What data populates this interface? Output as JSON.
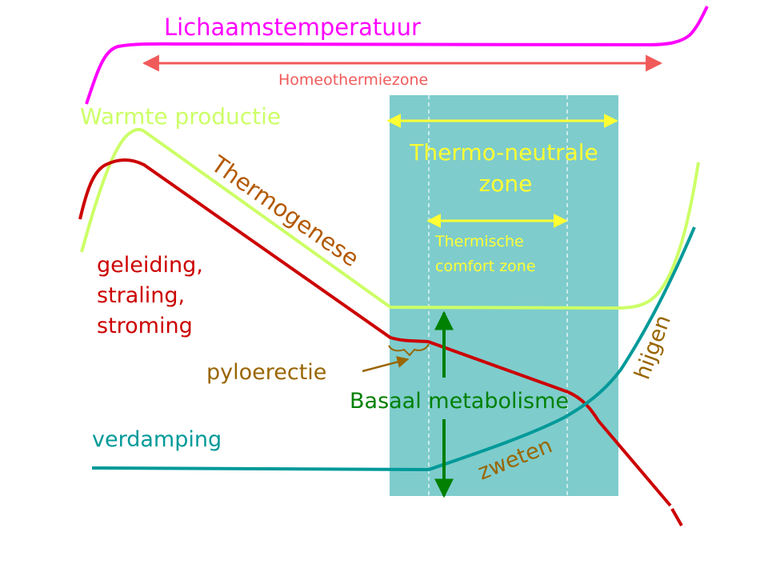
{
  "labels": {
    "body_temp": "Lichaamstemperatuur",
    "homeo_zone": "Homeothermiezone",
    "heat_production": "Warmte productie",
    "thermoneutral_line1": "Thermo-neutrale",
    "thermoneutral_line2": "zone",
    "comfort_line1": "Thermische",
    "comfort_line2": "comfort zone",
    "thermogenesis": "Thermogenese",
    "conduction_line1": "geleiding,",
    "conduction_line2": "straling,",
    "conduction_line3": "stroming",
    "piloerection": "pyloerectie",
    "basal_metabolism": "Basaal metabolisme",
    "evaporation": "verdamping",
    "sweating": "zweten",
    "panting": "hijgen"
  },
  "colors": {
    "body_temp": "#ff00ff",
    "homeo_arrow": "#f05a5a",
    "heat_production": "#ccff66",
    "zone_fill": "#7ecccc",
    "zone_arrows": "#ffff33",
    "zone_text": "#ffff33",
    "red_curve": "#cc0000",
    "thermogenesis_text": "#b35900",
    "evaporation": "#009999",
    "basal": "#008000",
    "brown_text": "#996600"
  }
}
